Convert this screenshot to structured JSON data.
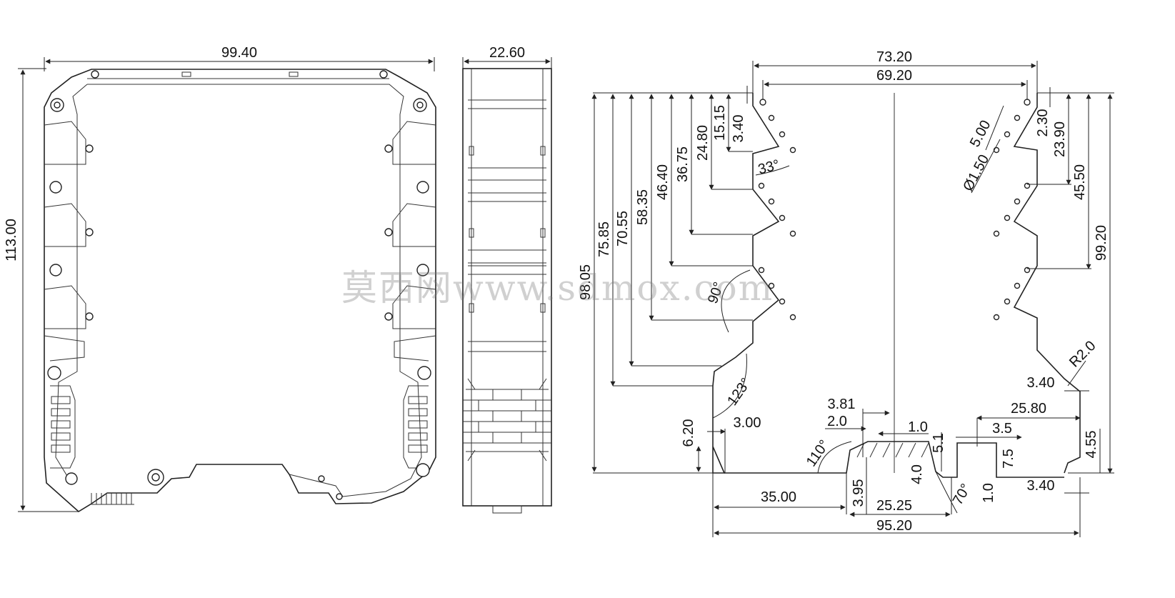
{
  "watermark": "莫西网www.sdmox.com",
  "front_view": {
    "width": "99.40",
    "height": "113.00"
  },
  "side_view": {
    "width": "22.60"
  },
  "profile_view": {
    "top_widths": [
      "73.20",
      "69.20"
    ],
    "left_heights": [
      "75.85",
      "70.55",
      "58.35",
      "46.40",
      "36.75",
      "24.80",
      "15.15",
      "3.40"
    ],
    "overall_height": "98.05",
    "right_heights": [
      "2.30",
      "23.90",
      "45.50",
      "99.20"
    ],
    "hole_labels": [
      "5.00",
      "Ø1.50"
    ],
    "angles": [
      "33°",
      "90°",
      "123°",
      "110°",
      "70°"
    ],
    "radius": "R2.0",
    "small_dims": [
      "3.40",
      "25.80",
      "3.5",
      "4.55",
      "7.5",
      "5.1",
      "1.0",
      "3.81",
      "2.0",
      "1.0",
      "3.00",
      "6.20",
      "4.0",
      "3.40"
    ],
    "bottom_widths": [
      "35.00",
      "3.95",
      "25.25",
      "95.20"
    ]
  }
}
